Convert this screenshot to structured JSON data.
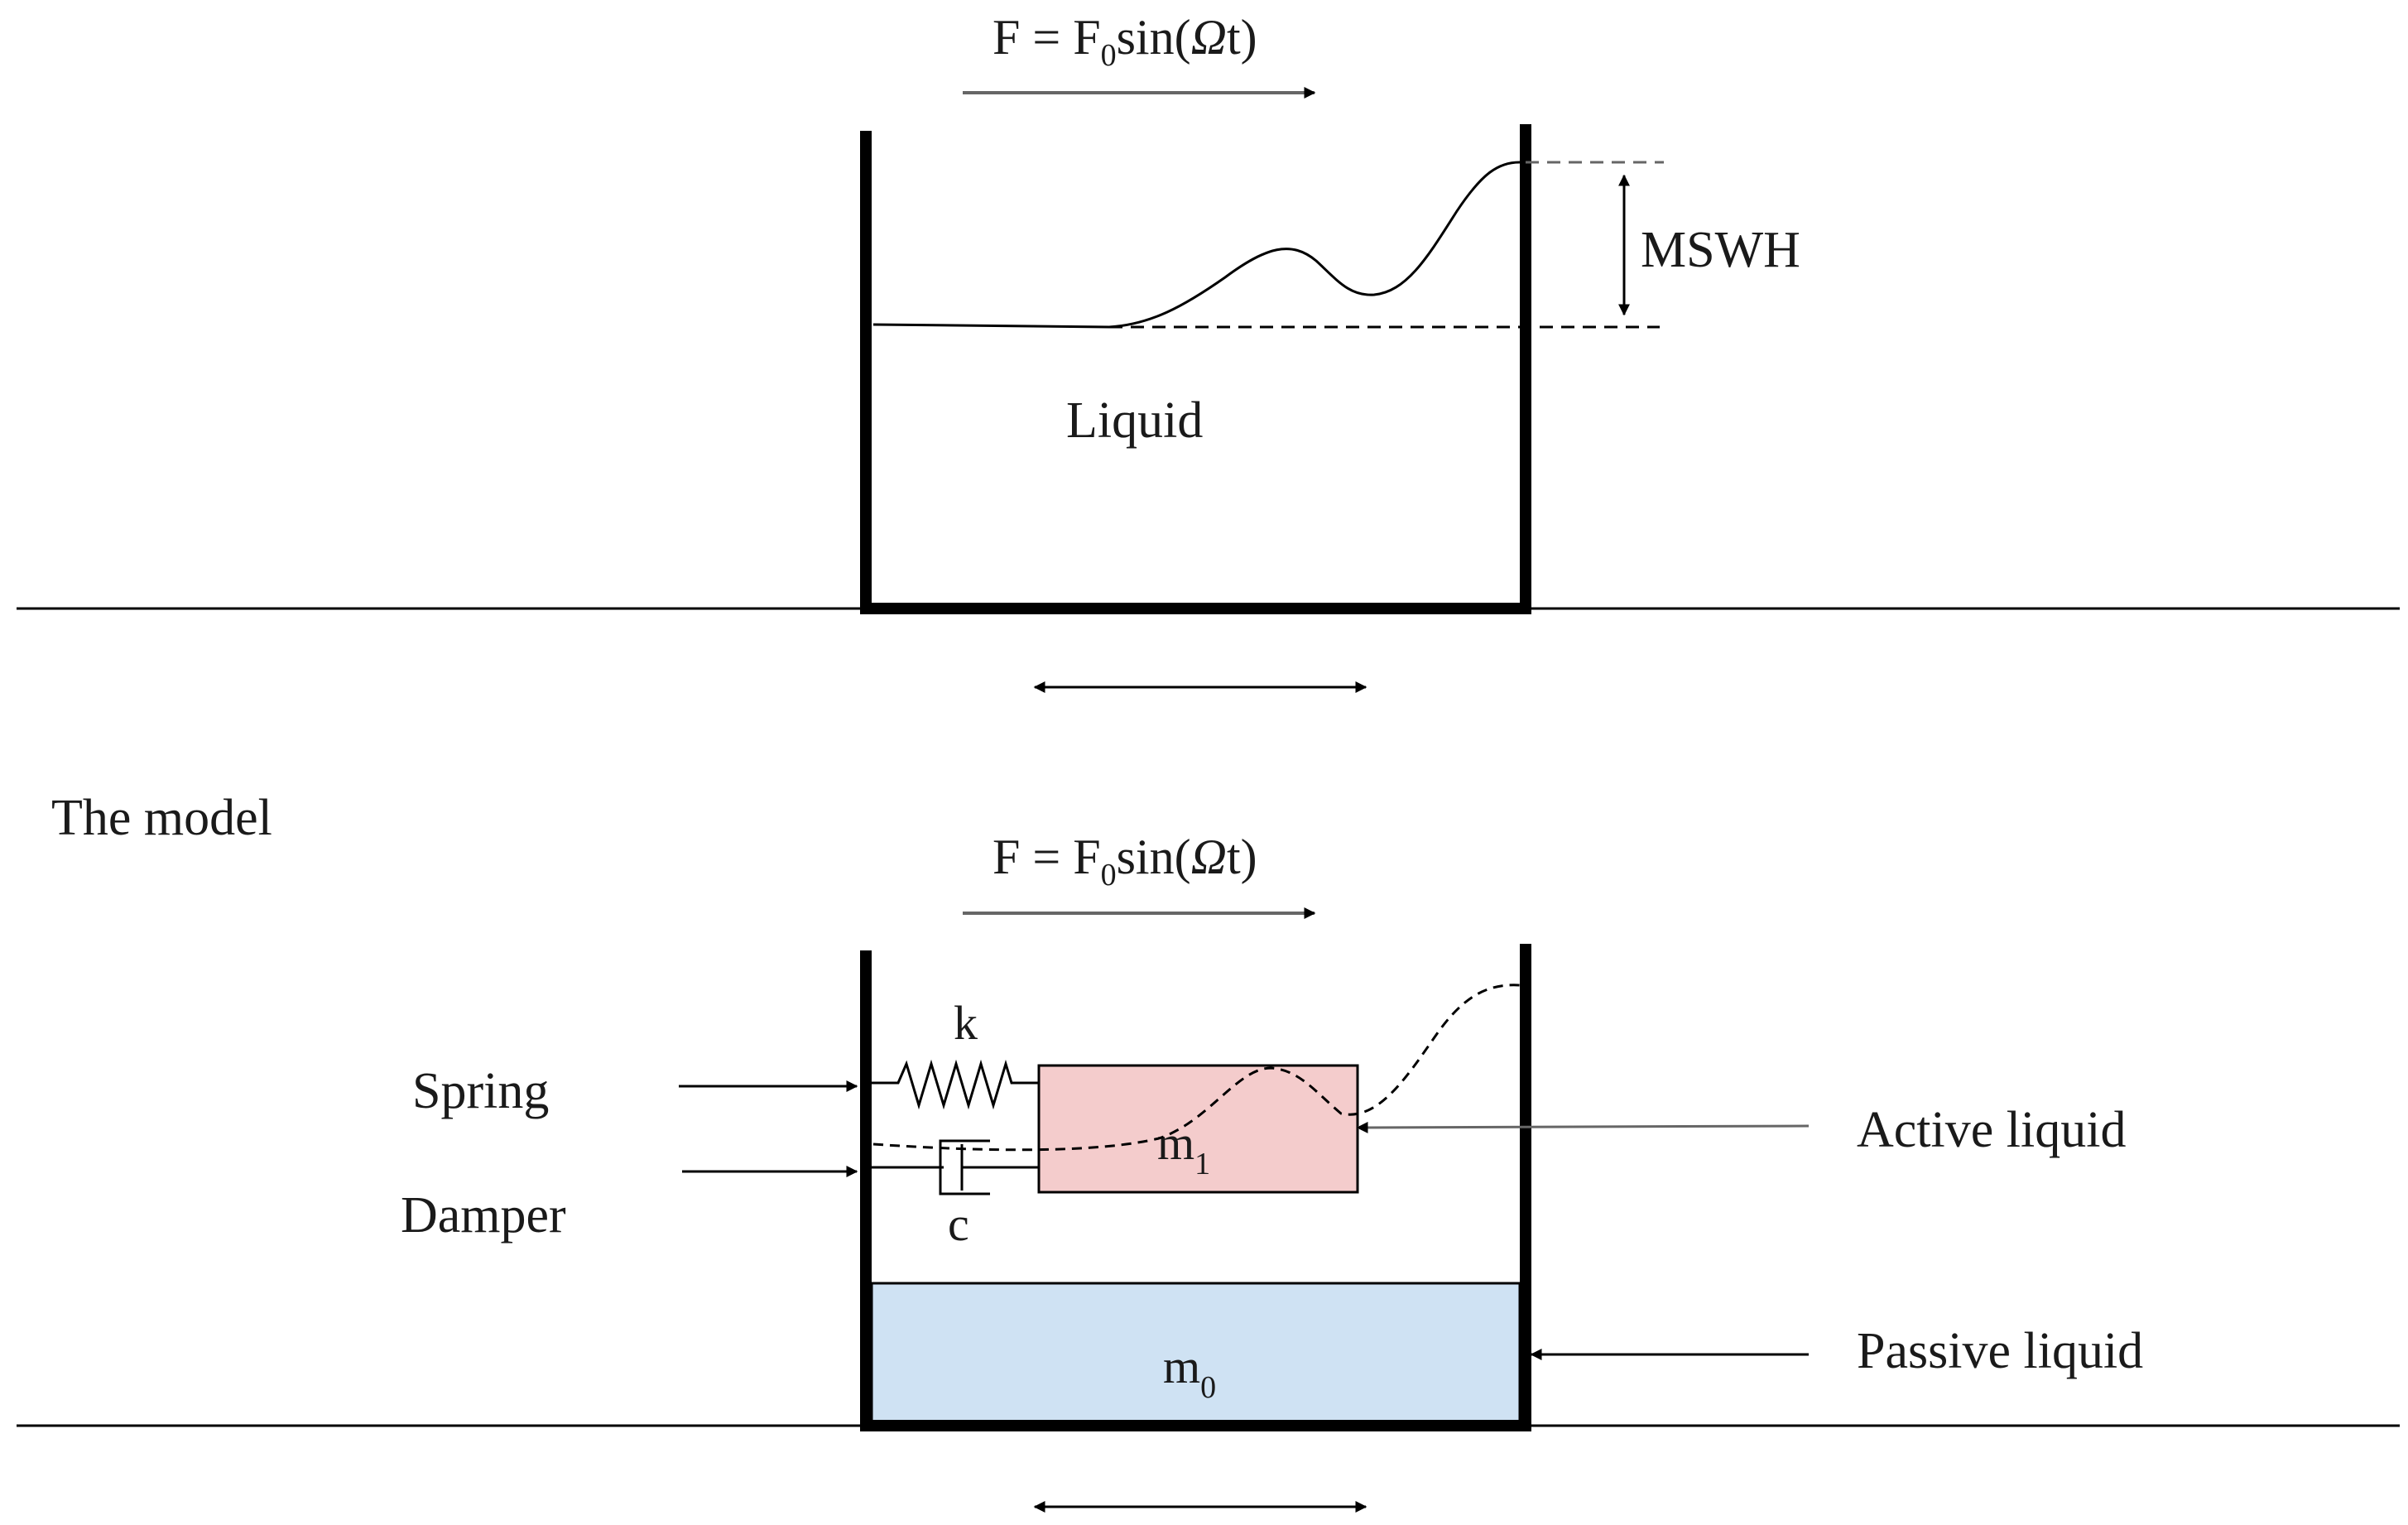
{
  "top": {
    "force_label": {
      "lhs": "F = F",
      "sub": "0",
      "rhs_pre": "sin(",
      "omega": "Ω",
      "rhs_post": "t)"
    },
    "liquid_label": "Liquid",
    "mswh_label": "MSWH"
  },
  "section_title": "The model",
  "model": {
    "force_label": {
      "lhs": "F = F",
      "sub": "0",
      "rhs_pre": "sin(",
      "omega": "Ω",
      "rhs_post": "t)"
    },
    "spring_symbol": "k",
    "damper_symbol": "c",
    "active_mass": {
      "base": "m",
      "sub": "1"
    },
    "passive_mass": {
      "base": "m",
      "sub": "0"
    },
    "spring_label": "Spring",
    "damper_label": "Damper",
    "active_liquid_label": "Active liquid",
    "passive_liquid_label": "Passive liquid"
  },
  "colors": {
    "line": "#000000",
    "active_mass_fill": "#f4cccc",
    "passive_mass_fill": "#cfe2f3",
    "arrow_gray": "#666666"
  }
}
